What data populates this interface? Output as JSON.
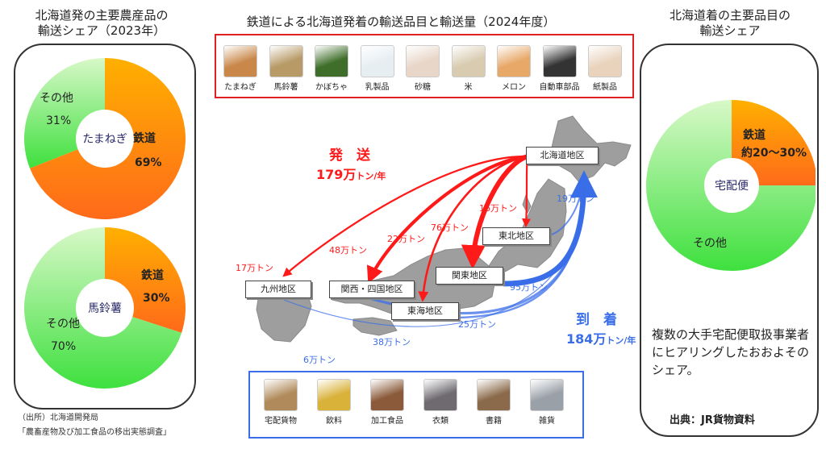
{
  "main_title": "鉄道による北海道発着の輸送品目と輸送量（2024年度）",
  "left_panel": {
    "title_line1": "北海道発の主要農産品の",
    "title_line2": "輸送シェア（2023年）",
    "source_line1": "（出所）北海道開発局",
    "source_line2": "「農畜産物及び加工食品の移出実態調査」"
  },
  "right_panel": {
    "title_line1": "北海道着の主要品目の",
    "title_line2": "輸送シェア",
    "note": "複数の大手宅配便取扱事業者にヒアリングしたおおよそのシェア。",
    "source": "出典：JR貨物資料"
  },
  "outbound_items": [
    {
      "label": "たまねぎ",
      "icon": "onion-icon",
      "color": "#c9884a"
    },
    {
      "label": "馬鈴薯",
      "icon": "potato-icon",
      "color": "#b79a66"
    },
    {
      "label": "かぼちゃ",
      "icon": "pumpkin-icon",
      "color": "#3f6e2a"
    },
    {
      "label": "乳製品",
      "icon": "milk-icon",
      "color": "#e6eef2"
    },
    {
      "label": "砂糖",
      "icon": "sugar-icon",
      "color": "#e8d6c8"
    },
    {
      "label": "米",
      "icon": "rice-icon",
      "color": "#d8cbb0"
    },
    {
      "label": "メロン",
      "icon": "melon-icon",
      "color": "#e8a868"
    },
    {
      "label": "自動車部品",
      "icon": "car-parts-icon",
      "color": "#333333"
    },
    {
      "label": "紙製品",
      "icon": "paper-roll-icon",
      "color": "#e9d3bd"
    }
  ],
  "inbound_items": [
    {
      "label": "宅配貨物",
      "icon": "parcel-icon",
      "color": "#b08a5a"
    },
    {
      "label": "飲料",
      "icon": "drink-icon",
      "color": "#d9b23a"
    },
    {
      "label": "加工食品",
      "icon": "processed-food-icon",
      "color": "#8a5a3a"
    },
    {
      "label": "衣類",
      "icon": "clothing-icon",
      "color": "#6e6a70"
    },
    {
      "label": "書籍",
      "icon": "books-icon",
      "color": "#8a6a4a"
    },
    {
      "label": "雑貨",
      "icon": "goods-icon",
      "color": "#9aa0a8"
    }
  ],
  "regions": {
    "hokkaido": "北海道地区",
    "tohoku": "東北地区",
    "kanto": "関東地区",
    "tokai": "東海地区",
    "kansai_shikoku": "関西・四国地区",
    "kyushu": "九州地区"
  },
  "flow_titles": {
    "out_label": "発　送",
    "out_total": "179万",
    "out_unit": "トン/年",
    "in_label": "到　着",
    "in_total": "184万",
    "in_unit": "トン/年"
  },
  "colors": {
    "outbound": "#ff1a1a",
    "inbound": "#3a6ee8",
    "rail": "#ff8c00",
    "other": "#5fe05f"
  },
  "chart_data": [
    {
      "type": "pie",
      "center_label": "たまねぎ",
      "slices": [
        {
          "label": "鉄道",
          "value": 69,
          "value_text": "69%"
        },
        {
          "label": "その他",
          "value": 31,
          "value_text": "31%"
        }
      ]
    },
    {
      "type": "pie",
      "center_label": "馬鈴薯",
      "slices": [
        {
          "label": "鉄道",
          "value": 30,
          "value_text": "30%"
        },
        {
          "label": "その他",
          "value": 70,
          "value_text": "70%"
        }
      ]
    },
    {
      "type": "pie",
      "center_label": "宅配便",
      "slices": [
        {
          "label": "鉄道",
          "value": 25,
          "value_text": "約20～30%"
        },
        {
          "label": "その他",
          "value": 75,
          "value_text": ""
        }
      ]
    },
    {
      "type": "flow_map",
      "outbound": [
        {
          "to": "九州地区",
          "value": 17,
          "value_text": "17万トン"
        },
        {
          "to": "関西・四国地区",
          "value": 48,
          "value_text": "48万トン"
        },
        {
          "to": "東海地区",
          "value": 22,
          "value_text": "22万トン"
        },
        {
          "to": "関東地区",
          "value": 76,
          "value_text": "76万トン"
        },
        {
          "to": "東北地区",
          "value": 16,
          "value_text": "16万トン"
        }
      ],
      "inbound": [
        {
          "from": "東北地区",
          "value": 19,
          "value_text": "19万トン"
        },
        {
          "from": "関東地区",
          "value": 95,
          "value_text": "95万トン"
        },
        {
          "from": "東海地区",
          "value": 25,
          "value_text": "25万トン"
        },
        {
          "from": "関西・四国地区",
          "value": 38,
          "value_text": "38万トン"
        },
        {
          "from": "九州地区",
          "value": 6,
          "value_text": "6万トン"
        }
      ]
    }
  ]
}
